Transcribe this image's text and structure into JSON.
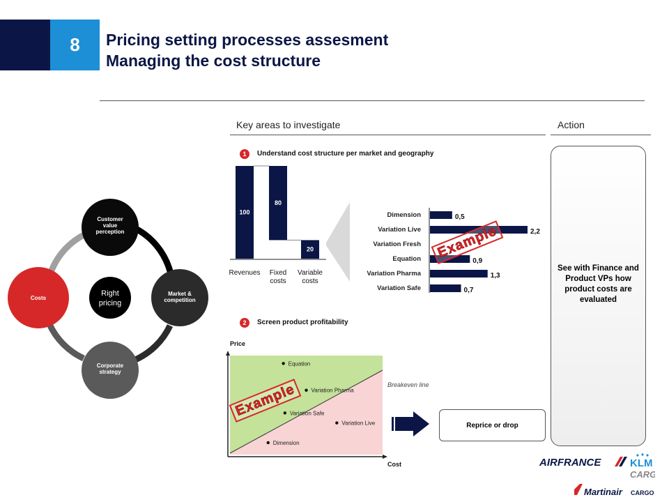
{
  "header": {
    "slide_number": "8",
    "title_line1": "Pricing setting processes assesment",
    "title_line2": "Managing the cost structure"
  },
  "sections": {
    "key_areas": "Key areas to investigate",
    "action": "Action"
  },
  "cycle": {
    "center": "Right pricing",
    "nodes": [
      {
        "label": "Customer value perception",
        "color": "#0a0a0a"
      },
      {
        "label": "Market & competition",
        "color": "#2b2b2b"
      },
      {
        "label": "Corporate strategy",
        "color": "#5a5a5a"
      },
      {
        "label": "Costs",
        "color": "#d62828"
      }
    ],
    "arc_colors": [
      "#000000",
      "#2b2b2b",
      "#5a5a5a",
      "#a0a0a0"
    ]
  },
  "step1": {
    "badge": "1",
    "title": "Understand cost structure per market and geography"
  },
  "step2": {
    "badge": "2",
    "title": "Screen product profitability"
  },
  "action_text": "See with Finance and Product VPs how product costs are evaluated",
  "reprice_label": "Reprice or drop",
  "stamp_label": "Example",
  "chart_data": [
    {
      "type": "bar",
      "subtype": "waterfall",
      "categories": [
        "Revenues",
        "Fixed costs",
        "Variable costs"
      ],
      "values": [
        100,
        80,
        20
      ],
      "ylim": [
        0,
        100
      ],
      "color": "#0b1646"
    },
    {
      "type": "bar",
      "orientation": "horizontal",
      "categories": [
        "Dimension",
        "Variation Live",
        "Variation Fresh",
        "Equation",
        "Variation Pharma",
        "Variation Safe"
      ],
      "values": [
        0.5,
        2.2,
        null,
        0.9,
        1.3,
        0.7
      ],
      "value_labels": [
        "0,5",
        "2,2",
        "",
        "0,9",
        "1,3",
        "0,7"
      ],
      "xlim": [
        0,
        2.2
      ],
      "color": "#0b1646"
    },
    {
      "type": "scatter",
      "xlabel": "Cost",
      "ylabel": "Price",
      "line_label": "Breakeven line",
      "points": [
        {
          "name": "Equation",
          "x": 0.35,
          "y": 0.92
        },
        {
          "name": "Variation Pharma",
          "x": 0.5,
          "y": 0.65
        },
        {
          "name": "Variation Safe",
          "x": 0.36,
          "y": 0.42
        },
        {
          "name": "Variation Live",
          "x": 0.7,
          "y": 0.32
        },
        {
          "name": "Dimension",
          "x": 0.25,
          "y": 0.12
        }
      ],
      "colors": {
        "above": "#c4e29a",
        "below": "#f8d4d4"
      }
    }
  ],
  "logos": {
    "airfrance": "AIRFRANCE",
    "klm": "KLM",
    "cargo": "CARGO",
    "martinair": "Martinair",
    "martinair_cargo": "CARGO"
  }
}
